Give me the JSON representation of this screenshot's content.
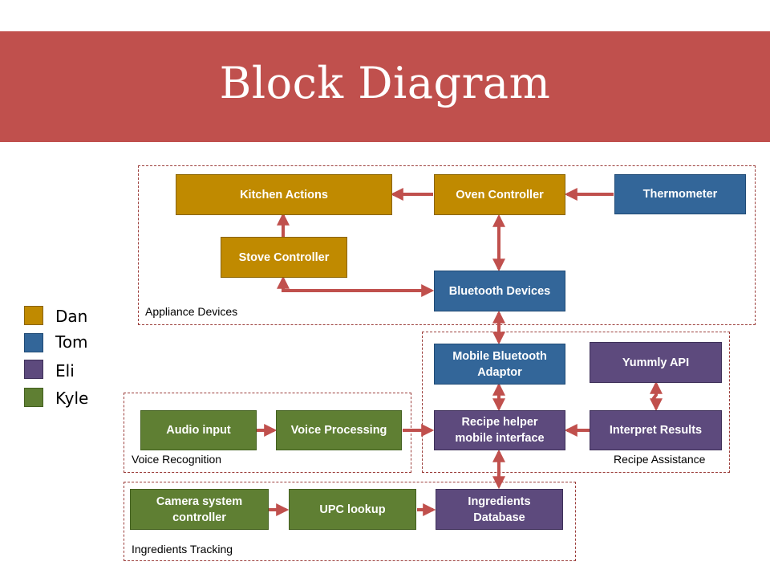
{
  "title": "Block Diagram",
  "colors": {
    "banner": "#c0504d",
    "arrow": "#c0504d",
    "dan": "#c08a00",
    "tom": "#336699",
    "eli": "#5d4a7d",
    "kyle": "#5f7f33"
  },
  "legend": [
    {
      "name": "Dan",
      "color": "#c08a00"
    },
    {
      "name": "Tom",
      "color": "#336699"
    },
    {
      "name": "Eli",
      "color": "#5d4a7d"
    },
    {
      "name": "Kyle",
      "color": "#5f7f33"
    }
  ],
  "groups": {
    "appliance": "Appliance Devices",
    "voice": "Voice Recognition",
    "recipe": "Recipe Assistance",
    "ingredients": "Ingredients Tracking"
  },
  "blocks": {
    "kitchen_actions": "Kitchen Actions",
    "oven_controller": "Oven Controller",
    "thermometer": "Thermometer",
    "stove_controller": "Stove Controller",
    "bluetooth_devices": "Bluetooth Devices",
    "mobile_bluetooth": "Mobile Bluetooth Adaptor",
    "yummly_api": "Yummly API",
    "audio_input": "Audio input",
    "voice_processing": "Voice Processing",
    "recipe_helper": "Recipe helper mobile interface",
    "interpret_results": "Interpret Results",
    "camera_controller": "Camera system controller",
    "upc_lookup": "UPC lookup",
    "ingredients_db": "Ingredients Database"
  }
}
